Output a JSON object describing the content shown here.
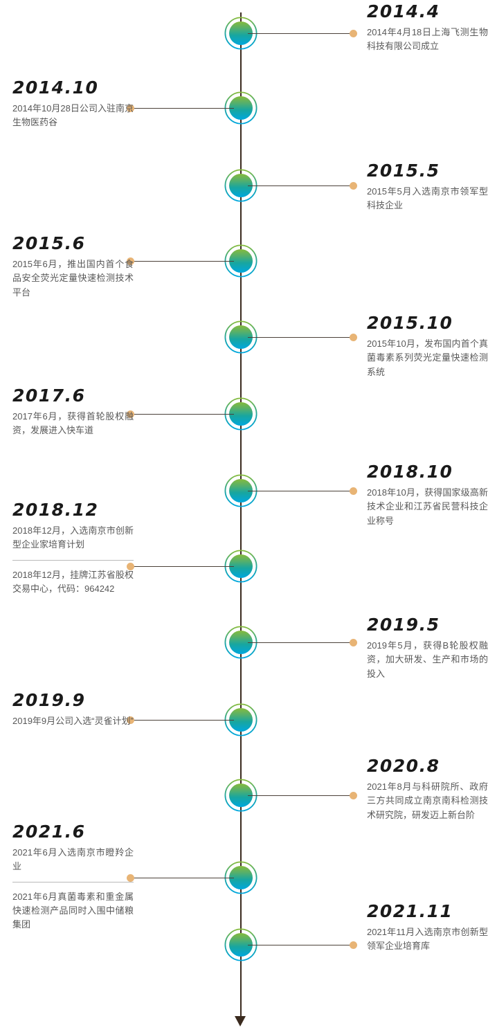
{
  "meta": {
    "colors": {
      "node_gradient_top": "#86bb3c",
      "node_gradient_bottom": "#00a7dd",
      "connector_dot": "#e8b475",
      "connector_line": "#4a4038",
      "spine": "#3a2a1e",
      "year_text": "#1a1a1a",
      "body_text": "#585858",
      "divider": "#b9b9b9"
    }
  },
  "timeline": {
    "entries": [
      {
        "id": "2014-04",
        "side": "right",
        "year": "2014.4",
        "paragraphs": [
          "2014年4月18日上海飞测生物科技有限公司成立"
        ]
      },
      {
        "id": "2014-10",
        "side": "left",
        "year": "2014.10",
        "paragraphs": [
          "2014年10月28日公司入驻南京生物医药谷"
        ]
      },
      {
        "id": "2015-05",
        "side": "right",
        "year": "2015.5",
        "paragraphs": [
          "2015年5月入选南京市领军型科技企业"
        ]
      },
      {
        "id": "2015-06",
        "side": "left",
        "year": "2015.6",
        "paragraphs": [
          "2015年6月，推出国内首个食品安全荧光定量快速检测技术平台"
        ]
      },
      {
        "id": "2015-10",
        "side": "right",
        "year": "2015.10",
        "paragraphs": [
          "2015年10月，发布国内首个真菌毒素系列荧光定量快速检测系统"
        ]
      },
      {
        "id": "2017-06",
        "side": "left",
        "year": "2017.6",
        "paragraphs": [
          "2017年6月，获得首轮股权融资，发展进入快车道"
        ]
      },
      {
        "id": "2018-10",
        "side": "right",
        "year": "2018.10",
        "paragraphs": [
          "2018年10月，获得国家级高新技术企业和江苏省民营科技企业称号"
        ]
      },
      {
        "id": "2018-12",
        "side": "left",
        "year": "2018.12",
        "paragraphs": [
          "2018年12月，入选南京市创新型企业家培育计划",
          "2018年12月，挂牌江苏省股权交易中心，代码：964242"
        ]
      },
      {
        "id": "2019-05",
        "side": "right",
        "year": "2019.5",
        "paragraphs": [
          "2019年5月，获得B轮股权融资，加大研发、生产和市场的投入"
        ]
      },
      {
        "id": "2019-09",
        "side": "left",
        "year": "2019.9",
        "paragraphs": [
          "2019年9月公司入选“灵雀计划”"
        ]
      },
      {
        "id": "2020-08",
        "side": "right",
        "year": "2020.8",
        "paragraphs": [
          "2021年8月与科研院所、政府三方共同成立南京南科检测技术研究院，研发迈上新台阶"
        ]
      },
      {
        "id": "2021-06",
        "side": "left",
        "year": "2021.6",
        "paragraphs": [
          "2021年6月入选南京市瞪羚企业",
          "2021年6月真菌毒素和重金属快速检测产品同时入围中储粮集团"
        ]
      },
      {
        "id": "2021-11",
        "side": "right",
        "year": "2021.11",
        "paragraphs": [
          "2021年11月入选南京市创新型领军企业培育库"
        ]
      }
    ]
  }
}
